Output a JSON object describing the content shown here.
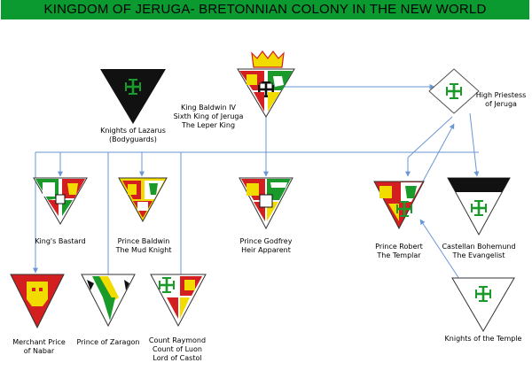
{
  "title": "KINGDOM OF JERUGA- BRETONNIAN COLONY IN THE NEW WORLD",
  "colors": {
    "green": "#1a9a2a",
    "red": "#d31f1f",
    "yellow": "#f2dc00",
    "black": "#111111",
    "connector": "#6a96d4"
  },
  "nodes": {
    "lazarus": {
      "lines": [
        "Knights of Lazarus",
        "(Bodyguards)"
      ]
    },
    "baldwin": {
      "lines": [
        "King Baldwin IV",
        "Sixth King of Jeruga",
        "The Leper King"
      ]
    },
    "priestess": {
      "lines": [
        "High Priestess",
        "of Jeruga"
      ]
    },
    "bastard": {
      "lines": [
        "King's Bastard"
      ]
    },
    "mud": {
      "lines": [
        "Prince Baldwin",
        "The Mud Knight"
      ]
    },
    "godfrey": {
      "lines": [
        "Prince Godfrey",
        "Heir Apparent"
      ]
    },
    "robert": {
      "lines": [
        "Prince Robert",
        "The Templar"
      ]
    },
    "bohemund": {
      "lines": [
        "Castellan Bohemund",
        "The Evangelist"
      ]
    },
    "nabar": {
      "lines": [
        "Merchant Price",
        "of Nabar"
      ]
    },
    "zaragon": {
      "lines": [
        "Prince of Zaragon"
      ]
    },
    "raymond": {
      "lines": [
        "Count Raymond",
        "Count of Luon",
        "Lord of Castol"
      ]
    },
    "temple": {
      "lines": [
        "Knights of the Temple"
      ]
    }
  }
}
